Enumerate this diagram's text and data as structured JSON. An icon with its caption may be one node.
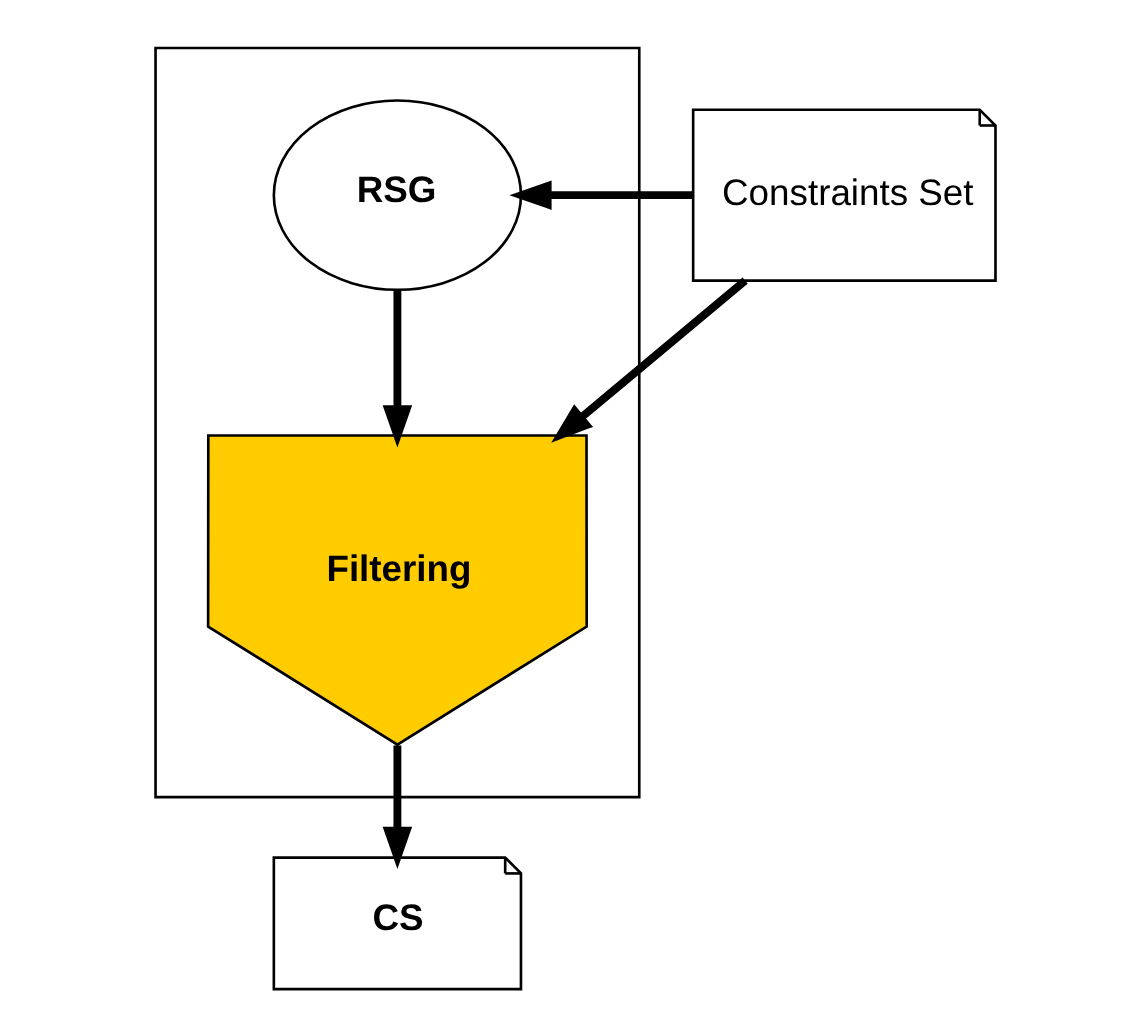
{
  "diagram": {
    "nodes": [
      {
        "text": [],
        "shape": "box"
      },
      {
        "text": [
          "RSG"
        ],
        "in": 0
      },
      {
        "text": [
          "Filtering"
        ],
        "in": 0
      },
      {
        "text": [
          "Constraints Set"
        ]
      },
      {
        "text": [
          "CS"
        ]
      }
    ],
    "edges": [
      {
        "from": 1,
        "to": 2,
        "arrow": "to"
      },
      {
        "from": 3,
        "to": 1,
        "arrow": "to"
      },
      {
        "from": 3,
        "to": 2,
        "arrow": "to"
      },
      {
        "from": 2,
        "to": 4,
        "arrow": "to"
      }
    ]
  }
}
